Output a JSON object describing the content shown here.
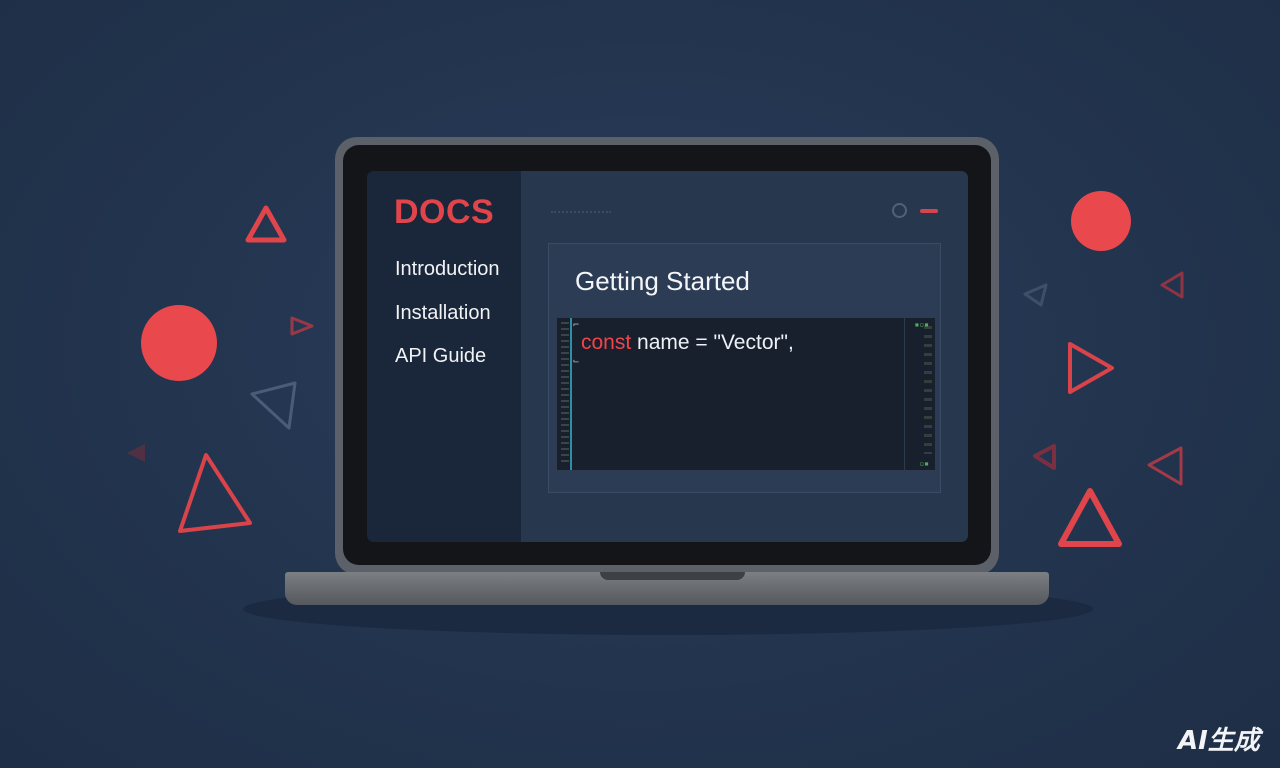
{
  "sidebar": {
    "title": "DOCS",
    "items": [
      {
        "label": "Introduction"
      },
      {
        "label": "Installation"
      },
      {
        "label": "API Guide"
      }
    ]
  },
  "main": {
    "heading": "Getting Started",
    "code": {
      "keyword": "const",
      "rest": " name = \"Vector\","
    }
  },
  "watermark": "AI生成",
  "colors": {
    "background": "#243650",
    "accent": "#e0454b",
    "screen_sidebar": "#1a2639",
    "editor_bg": "#18202d"
  },
  "icons": {
    "window_circle": "circle-icon",
    "window_minimize": "minimize-icon"
  }
}
